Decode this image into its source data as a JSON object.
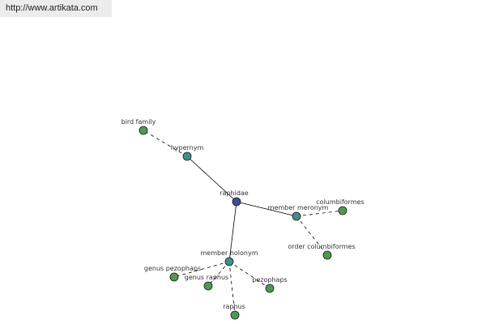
{
  "source_url": "http://www.artikata.com",
  "graph": {
    "colors": {
      "center": "#3f4a9a",
      "relation": "#3f8f8f",
      "term": "#4f9a4f",
      "edge": "#000000"
    },
    "nodes": [
      {
        "id": "raphidae",
        "label": "raphidae",
        "kind": "center"
      },
      {
        "id": "hypernym",
        "label": "hypernym",
        "kind": "relation"
      },
      {
        "id": "member-meronym",
        "label": "member meronym",
        "kind": "relation"
      },
      {
        "id": "member-holonym",
        "label": "member holonym",
        "kind": "relation"
      },
      {
        "id": "bird-family",
        "label": "bird family",
        "kind": "term"
      },
      {
        "id": "columbiformes",
        "label": "columbiformes",
        "kind": "term"
      },
      {
        "id": "order-columbiformes",
        "label": "order columbiformes",
        "kind": "term"
      },
      {
        "id": "genus-pezophaps",
        "label": "genus pezophaps",
        "kind": "term"
      },
      {
        "id": "genus-raphus",
        "label": "genus raphus",
        "kind": "term"
      },
      {
        "id": "pezophaps",
        "label": "pezophaps",
        "kind": "term"
      },
      {
        "id": "raphus",
        "label": "raphus",
        "kind": "term"
      }
    ],
    "edges": [
      {
        "from": "raphidae",
        "to": "hypernym",
        "style": "solid"
      },
      {
        "from": "raphidae",
        "to": "member-meronym",
        "style": "solid"
      },
      {
        "from": "raphidae",
        "to": "member-holonym",
        "style": "solid"
      },
      {
        "from": "hypernym",
        "to": "bird-family",
        "style": "dashed"
      },
      {
        "from": "member-meronym",
        "to": "columbiformes",
        "style": "dashed"
      },
      {
        "from": "member-meronym",
        "to": "order-columbiformes",
        "style": "dashed"
      },
      {
        "from": "member-holonym",
        "to": "genus-pezophaps",
        "style": "dashed"
      },
      {
        "from": "member-holonym",
        "to": "genus-raphus",
        "style": "dashed"
      },
      {
        "from": "member-holonym",
        "to": "pezophaps",
        "style": "dashed"
      },
      {
        "from": "member-holonym",
        "to": "raphus",
        "style": "dashed"
      }
    ]
  }
}
